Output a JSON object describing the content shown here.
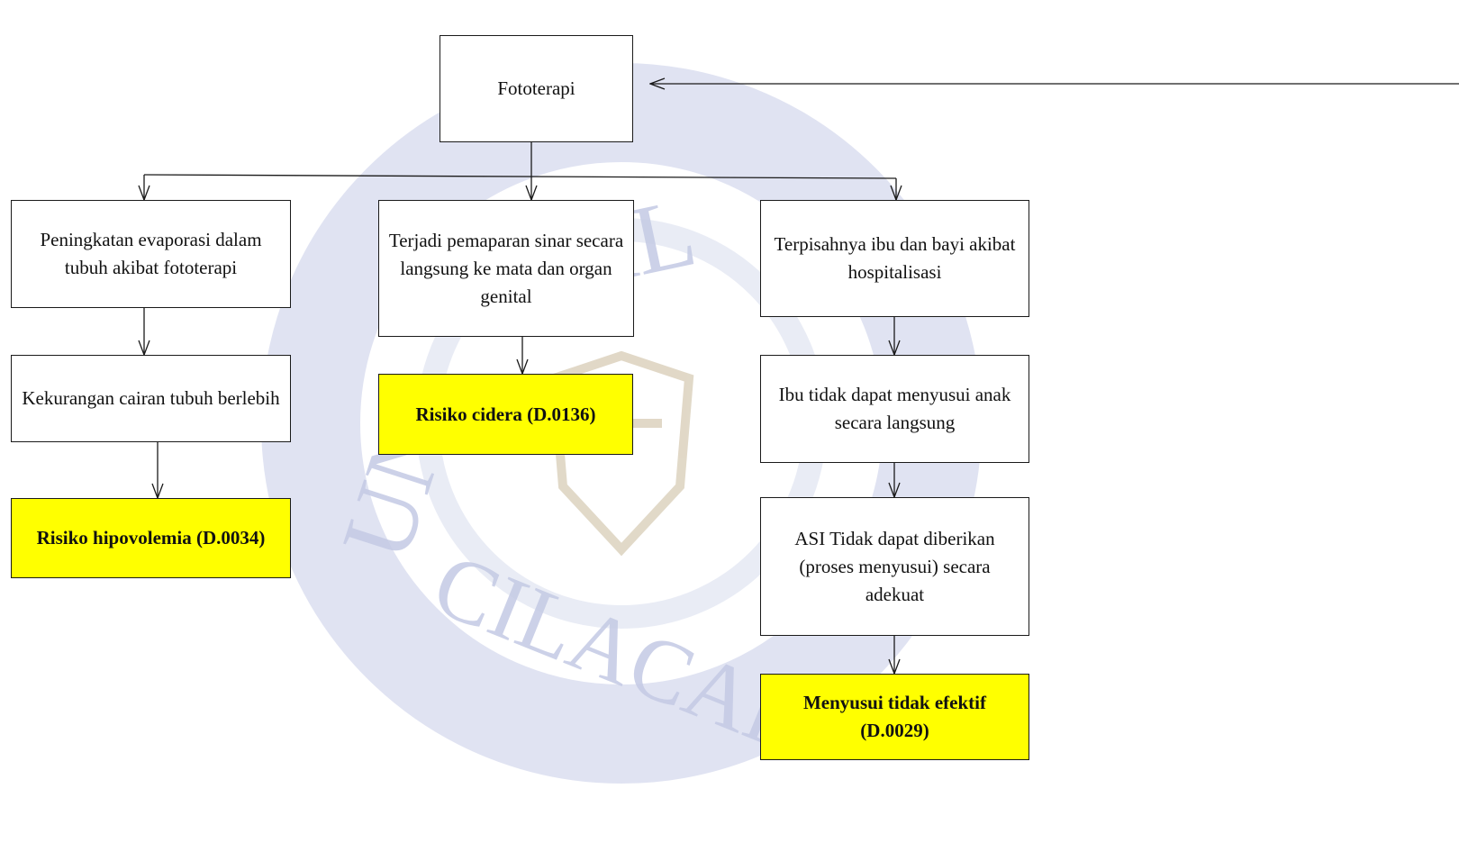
{
  "watermark": {
    "letters_top": "S AL",
    "letters_left": "UNI",
    "letters_bottom": "CILACAP",
    "color": "#c4cae4"
  },
  "colors": {
    "diagnosis_fill": "#ffff00",
    "node_fill": "#ffffff",
    "line": "#1a1a1a"
  },
  "nodes": {
    "root": "Fototerapi",
    "left_1": "Peningkatan evaporasi dalam tubuh akibat fototerapi",
    "left_2": "Kekurangan cairan tubuh berlebih",
    "left_dx": "Risiko hipovolemia (D.0034)",
    "mid_1": "Terjadi pemaparan sinar secara langsung ke mata dan organ genital",
    "mid_dx": "Risiko cidera (D.0136)",
    "right_1": "Terpisahnya ibu dan bayi akibat hospitalisasi",
    "right_2": "Ibu tidak dapat menyusui anak secara langsung",
    "right_3": "ASI Tidak dapat diberikan (proses menyusui) secara adekuat",
    "right_dx": "Menyusui tidak efektif (D.0029)"
  }
}
